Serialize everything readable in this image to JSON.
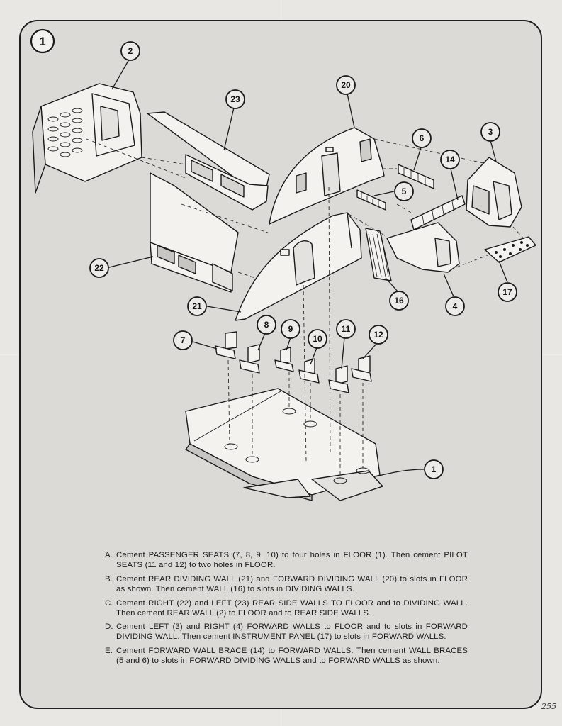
{
  "step": {
    "number": "1"
  },
  "callouts": {
    "c1": "1",
    "c2": "2",
    "c3": "3",
    "c4": "4",
    "c5": "5",
    "c6": "6",
    "c7": "7",
    "c8": "8",
    "c9": "9",
    "c10": "10",
    "c11": "11",
    "c12": "12",
    "c14": "14",
    "c16": "16",
    "c17": "17",
    "c20": "20",
    "c21": "21",
    "c22": "22",
    "c23": "23"
  },
  "instructions": [
    {
      "letter": "A.",
      "text": "Cement PASSENGER SEATS (7, 8, 9, 10) to four holes in FLOOR (1). Then cement PILOT SEATS (11 and 12) to two holes in FLOOR."
    },
    {
      "letter": "B.",
      "text": "Cement REAR DIVIDING WALL (21) and FORWARD DIVIDING WALL (20) to slots in FLOOR as shown. Then cement WALL (16) to slots in DIVIDING WALLS."
    },
    {
      "letter": "C.",
      "text": "Cement RIGHT (22) and LEFT (23) REAR SIDE WALLS TO FLOOR and to DIVIDING WALL. Then cement REAR WALL (2) to FLOOR and to REAR SIDE WALLS."
    },
    {
      "letter": "D.",
      "text": "Cement LEFT (3) and RIGHT (4) FORWARD WALLS to FLOOR and to slots in FORWARD DIVIDING WALL. Then cement INSTRUMENT PANEL (17) to slots in FORWARD WALLS."
    },
    {
      "letter": "E.",
      "text": "Cement FORWARD WALL BRACE (14) to FORWARD WALLS. Then cement WALL BRACES (5 and 6) to slots in FORWARD DIVIDING WALLS and to FORWARD WALLS as shown."
    }
  ],
  "page_number": "255"
}
